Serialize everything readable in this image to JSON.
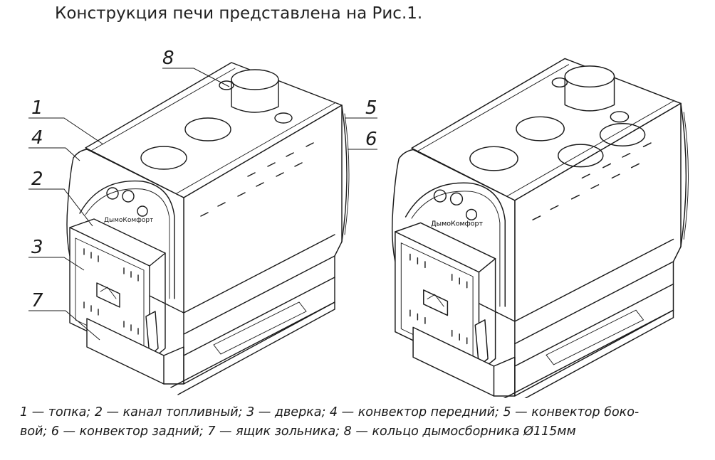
{
  "heading": "Конструкция печи представлена на Рис.1.",
  "callouts": [
    "1",
    "2",
    "3",
    "4",
    "5",
    "6",
    "7",
    "8"
  ],
  "brand_text": "ДымоКомфорт",
  "caption": {
    "line1": "1 — топка; 2 — канал топливный; 3 — дверка; 4 — конвектор передний; 5 — конвектор боко-",
    "line2": "вой; 6 — конвектор задний; 7 — ящик зольника; 8 — кольцо дымосборника Ø115мм"
  }
}
